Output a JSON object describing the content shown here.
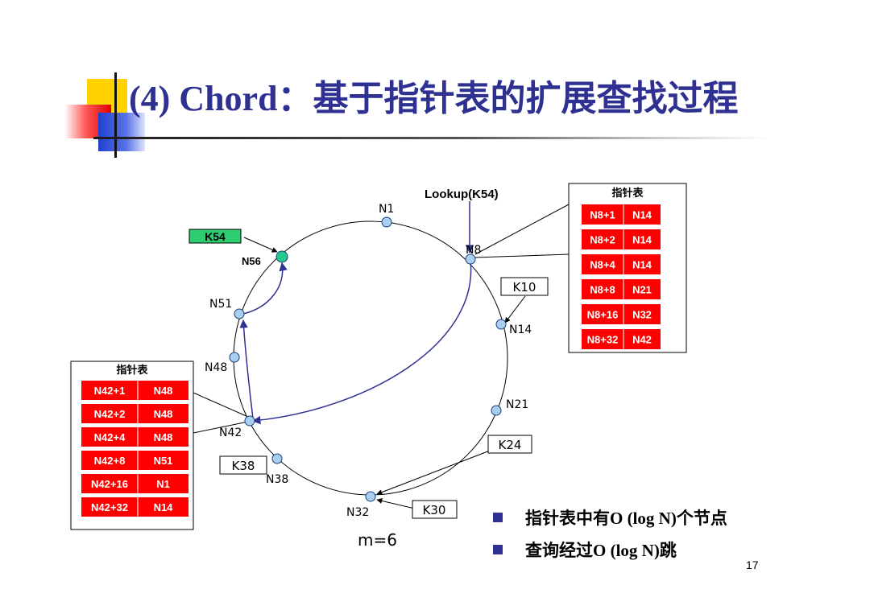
{
  "slide": {
    "title": "(4) Chord：基于指针表的扩展查找过程",
    "page_number": "17",
    "bullets": [
      "指针表中有O (log N)个节点",
      "查询经过O (log N)跳"
    ]
  },
  "diagram": {
    "lookup_label": "Lookup(K54)",
    "m_label": "m=6",
    "key_k54": "K54",
    "nodes": [
      "N1",
      "N8",
      "N14",
      "N21",
      "N32",
      "N38",
      "N42",
      "N48",
      "N51",
      "N56"
    ],
    "keys": [
      "K10",
      "K24",
      "K30",
      "K38"
    ],
    "finger_table_n8": {
      "title": "指针表",
      "rows": [
        [
          "N8+1",
          "N14"
        ],
        [
          "N8+2",
          "N14"
        ],
        [
          "N8+4",
          "N14"
        ],
        [
          "N8+8",
          "N21"
        ],
        [
          "N8+16",
          "N32"
        ],
        [
          "N8+32",
          "N42"
        ]
      ]
    },
    "finger_table_n42": {
      "title": "指针表",
      "rows": [
        [
          "N42+1",
          "N48"
        ],
        [
          "N42+2",
          "N48"
        ],
        [
          "N42+4",
          "N48"
        ],
        [
          "N42+8",
          "N51"
        ],
        [
          "N42+16",
          "N1"
        ],
        [
          "N42+32",
          "N14"
        ]
      ]
    },
    "colors": {
      "ring": "#000000",
      "node": "#a8cff0",
      "target": "#22c98a",
      "path": "#2e3192",
      "table": "#ff0000",
      "key_box": "#2ecc71"
    }
  }
}
